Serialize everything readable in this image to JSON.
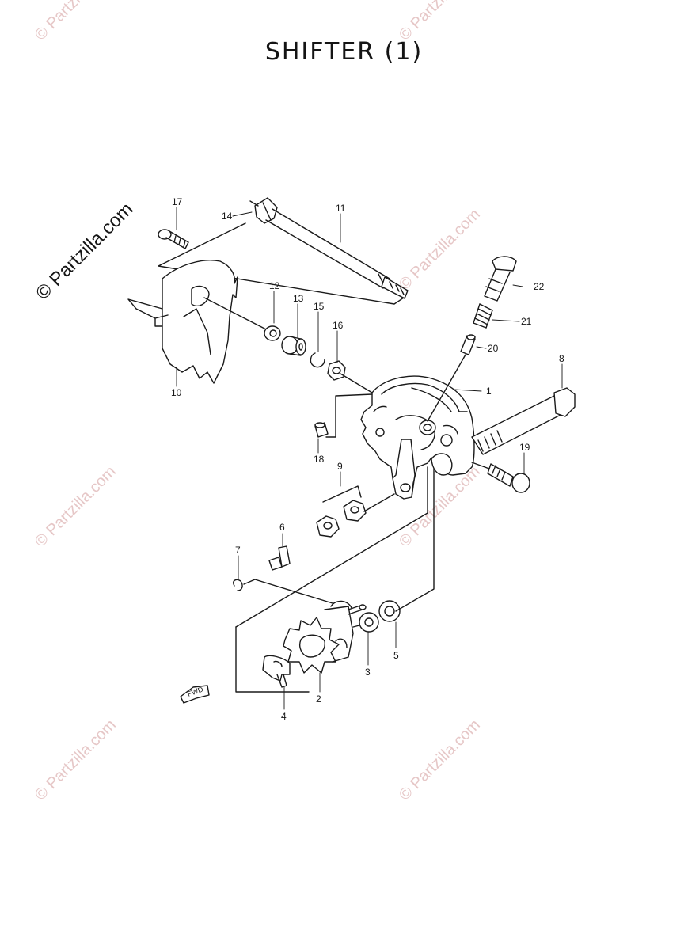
{
  "title": "SHIFTER (1)",
  "watermark_main": "© Partzilla.com",
  "watermark": "© Partzilla.com",
  "fwd_label": "FWD",
  "callouts": [
    "1",
    "2",
    "3",
    "4",
    "5",
    "6",
    "7",
    "8",
    "9",
    "10",
    "11",
    "12",
    "13",
    "14",
    "15",
    "16",
    "17",
    "18",
    "19",
    "20",
    "21",
    "22"
  ]
}
